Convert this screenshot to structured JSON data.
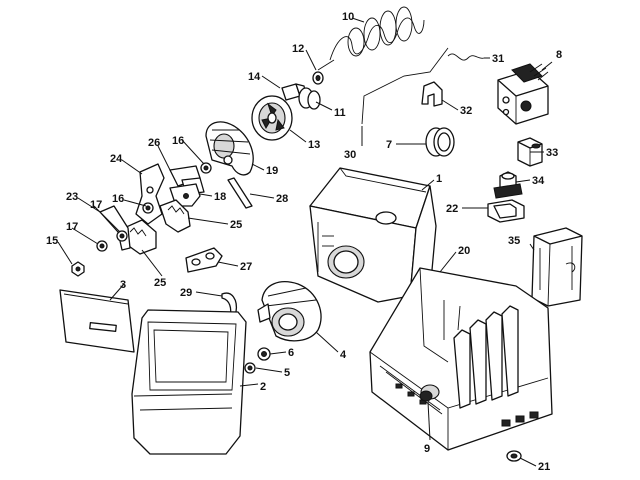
{
  "callouts": [
    {
      "id": "c1",
      "text": "1"
    },
    {
      "id": "c2",
      "text": "2"
    },
    {
      "id": "c3",
      "text": "3"
    },
    {
      "id": "c4",
      "text": "4"
    },
    {
      "id": "c5",
      "text": "5"
    },
    {
      "id": "c6",
      "text": "6"
    },
    {
      "id": "c7",
      "text": "7"
    },
    {
      "id": "c8",
      "text": "8"
    },
    {
      "id": "c9",
      "text": "9"
    },
    {
      "id": "c10",
      "text": "10"
    },
    {
      "id": "c11",
      "text": "11"
    },
    {
      "id": "c12",
      "text": "12"
    },
    {
      "id": "c13",
      "text": "13"
    },
    {
      "id": "c14",
      "text": "14"
    },
    {
      "id": "c15",
      "text": "15"
    },
    {
      "id": "c16a",
      "text": "16"
    },
    {
      "id": "c16b",
      "text": "16"
    },
    {
      "id": "c17a",
      "text": "17"
    },
    {
      "id": "c17b",
      "text": "17"
    },
    {
      "id": "c18",
      "text": "18"
    },
    {
      "id": "c19",
      "text": "19"
    },
    {
      "id": "c20",
      "text": "20"
    },
    {
      "id": "c21",
      "text": "21"
    },
    {
      "id": "c22",
      "text": "22"
    },
    {
      "id": "c23",
      "text": "23"
    },
    {
      "id": "c24",
      "text": "24"
    },
    {
      "id": "c25a",
      "text": "25"
    },
    {
      "id": "c25b",
      "text": "25"
    },
    {
      "id": "c26",
      "text": "26"
    },
    {
      "id": "c27",
      "text": "27"
    },
    {
      "id": "c28",
      "text": "28"
    },
    {
      "id": "c29",
      "text": "29"
    },
    {
      "id": "c30",
      "text": "30"
    },
    {
      "id": "c31",
      "text": "31"
    },
    {
      "id": "c32",
      "text": "32"
    },
    {
      "id": "c33",
      "text": "33"
    },
    {
      "id": "c34",
      "text": "34"
    },
    {
      "id": "c35",
      "text": "35"
    }
  ]
}
